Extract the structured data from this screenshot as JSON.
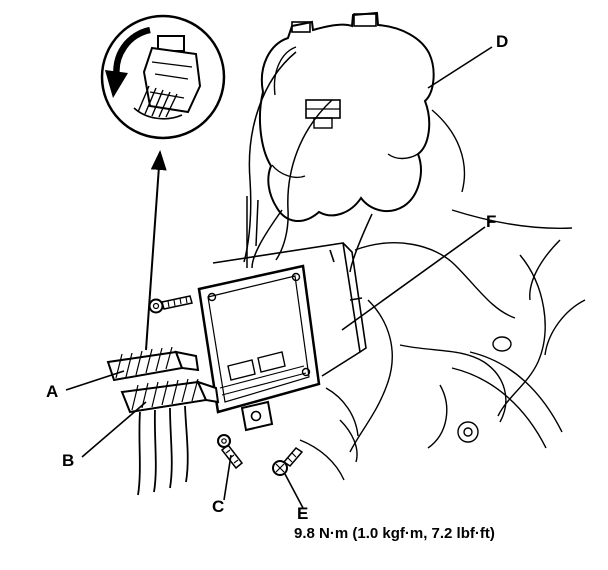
{
  "diagram": {
    "callouts": [
      {
        "id": "A",
        "text": "A"
      },
      {
        "id": "B",
        "text": "B"
      },
      {
        "id": "C",
        "text": "C"
      },
      {
        "id": "D",
        "text": "D"
      },
      {
        "id": "E",
        "text": "E"
      },
      {
        "id": "F",
        "text": "F"
      }
    ],
    "torque_note": "9.8 N·m (1.0 kgf·m, 7.2 lbf·ft)",
    "icons": {
      "rotation_arrow": "counterclockwise-curved-arrow",
      "magnify_pointer": "straight-arrow-pointing-up-to-detail-circle"
    },
    "colors": {
      "line": "#000000",
      "background": "#ffffff"
    }
  }
}
